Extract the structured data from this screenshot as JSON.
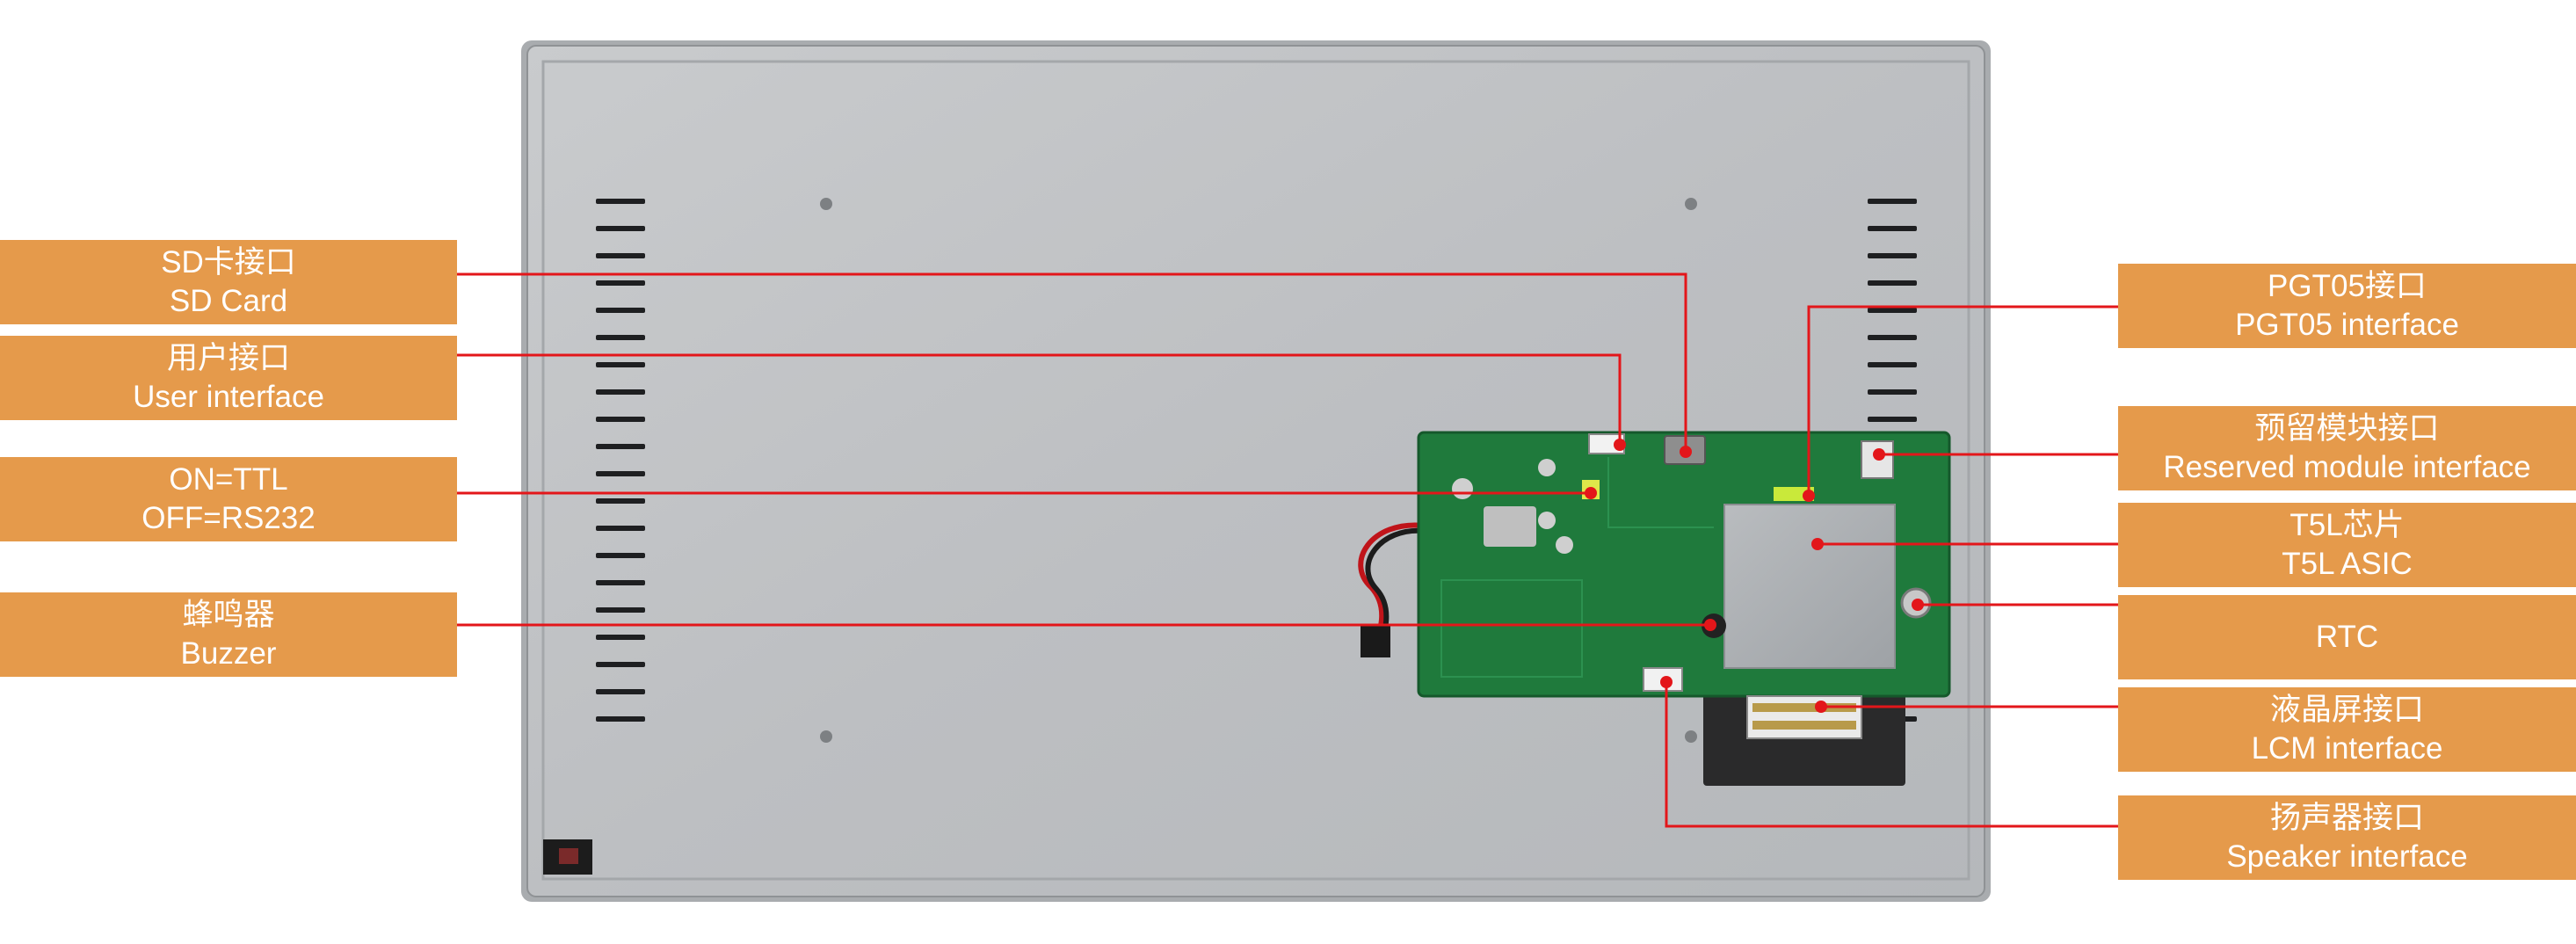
{
  "colors": {
    "callout_line": "#e3161a",
    "label_background": "#e59a4b",
    "label_text": "#ffffff",
    "panel": "#bfc2c5",
    "pcb": "#1f7a3c"
  },
  "labels_left": [
    {
      "zh": "SD卡接口",
      "en": "SD Card"
    },
    {
      "zh": "用户接口",
      "en": "User interface"
    },
    {
      "zh": "ON=TTL",
      "en": "OFF=RS232"
    },
    {
      "zh": "蜂鸣器",
      "en": "Buzzer"
    }
  ],
  "labels_right": [
    {
      "zh": "PGT05接口",
      "en": "PGT05 interface"
    },
    {
      "zh": "预留模块接口",
      "en": "Reserved module interface"
    },
    {
      "zh": "T5L芯片",
      "en": "T5L ASIC"
    },
    {
      "zh": "RTC",
      "en": ""
    },
    {
      "zh": "液晶屏接口",
      "en": "LCM interface"
    },
    {
      "zh": "扬声器接口",
      "en": "Speaker interface"
    }
  ]
}
